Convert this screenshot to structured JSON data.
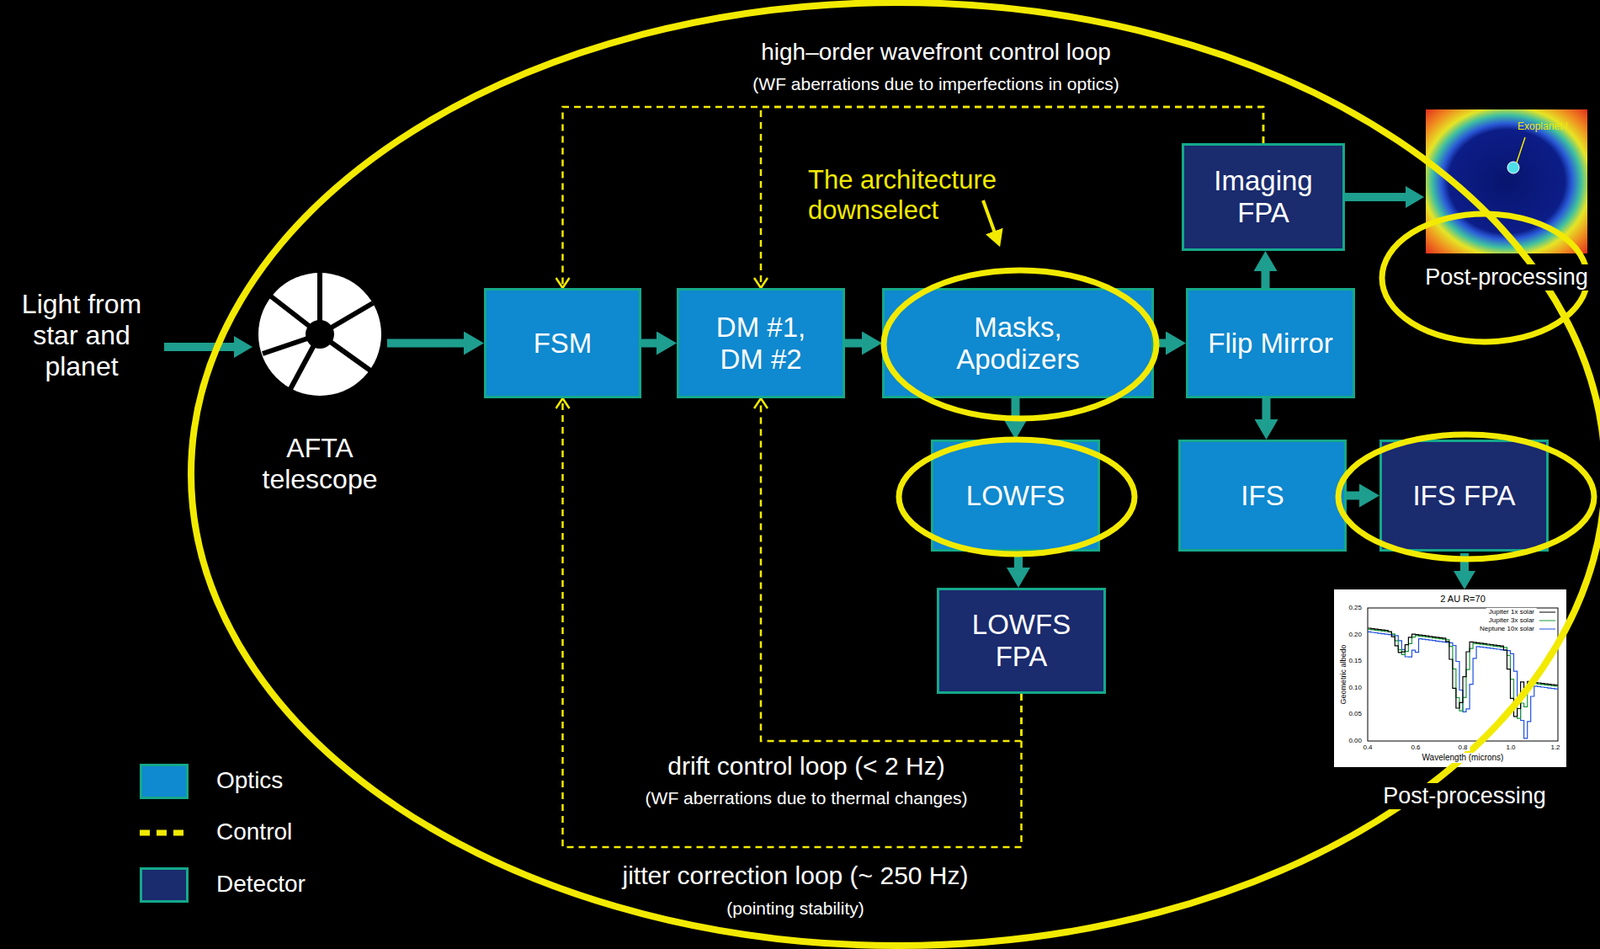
{
  "diagram": {
    "nodes": [
      {
        "text": [
          "AFTA telescope"
        ]
      },
      {
        "text": [
          "FSM"
        ]
      },
      {
        "text": [
          "DM #1, DM #2"
        ]
      },
      {
        "text": [
          "Masks, Apodizers"
        ]
      },
      {
        "text": [
          "Imaging FPA"
        ]
      },
      {
        "text": [
          "Flip Mirror"
        ]
      },
      {
        "text": [
          "LOWFS"
        ]
      },
      {
        "text": [
          "IFS"
        ]
      },
      {
        "text": [
          "IFS FPA"
        ]
      },
      {
        "text": [
          "LOWFS FPA"
        ]
      }
    ],
    "edges": [
      {
        "from": 0,
        "to": 1,
        "arrow": "to"
      },
      {
        "from": 1,
        "to": 2,
        "arrow": "to"
      },
      {
        "from": 2,
        "to": 3,
        "arrow": "to"
      },
      {
        "from": 3,
        "to": 5,
        "arrow": "to"
      },
      {
        "from": 5,
        "to": 4,
        "arrow": "to"
      },
      {
        "from": 5,
        "to": 7,
        "arrow": "to"
      },
      {
        "from": 3,
        "to": 6,
        "arrow": "to"
      },
      {
        "from": 6,
        "to": 9,
        "arrow": "to"
      },
      {
        "from": 7,
        "to": 8,
        "arrow": "to"
      },
      {
        "from": 4,
        "to": 1,
        "arrow": "to"
      },
      {
        "from": 4,
        "to": 2,
        "arrow": "to"
      },
      {
        "from": 9,
        "to": 2,
        "arrow": "to"
      },
      {
        "from": 9,
        "to": 1,
        "arrow": "to"
      }
    ],
    "labels": [
      "Light from star and planet",
      "high–order wavefront control loop",
      "(WF aberrations due to imperfections in optics)",
      "The architecture downselect",
      "Exoplanet !",
      "Post-processing",
      "2 AU R=70",
      "Jupiter 1x solar",
      "Jupiter 3x solar",
      "Neptune 10x solar",
      "Geometric albedo",
      "Wavelength (microns)",
      "0.25",
      "0.20",
      "0.15",
      "0.10",
      "0.05",
      "0.00",
      "0.4",
      "0.6",
      "0.8",
      "1.0",
      "1.2",
      "Post-processing",
      "drift control loop (< 2 Hz)",
      "(WF aberrations due to thermal changes)",
      "jitter correction loop (~ 250 Hz)",
      "(pointing stability)"
    ],
    "legend": [
      {
        "text": "Optics",
        "color": "#0f89cf"
      },
      {
        "text": "Control"
      },
      {
        "text": "Detector",
        "color": "#1a2b6e"
      }
    ]
  }
}
